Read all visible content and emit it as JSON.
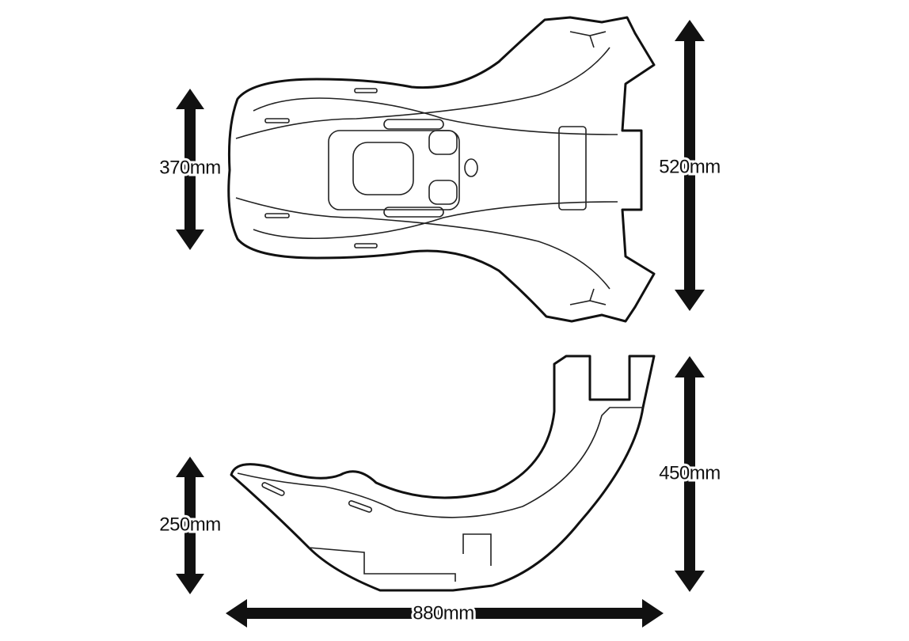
{
  "diagram": {
    "top_view": {
      "width_label": "370mm",
      "length_label": "520mm"
    },
    "side_view": {
      "height_front_label": "250mm",
      "height_rear_label": "450mm",
      "overall_length_label": "880mm"
    }
  }
}
